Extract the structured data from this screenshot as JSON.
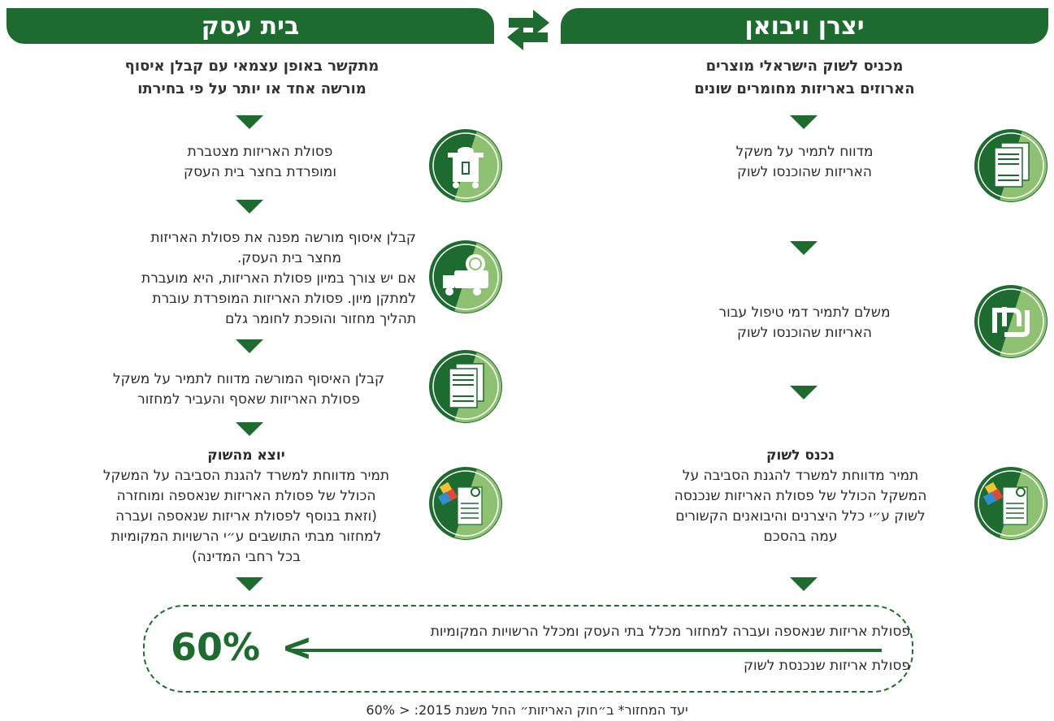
{
  "headers": {
    "left": "בית עסק",
    "right": "יצרן ויבואן"
  },
  "left": {
    "subtitle_line1": "מתקשר באופן עצמאי עם קבלן איסוף",
    "subtitle_line2": "מורשה אחד או יותר על פי בחירתו",
    "step1_line1": "פסולת האריזות מצטברת",
    "step1_line2": "ומופרדת בחצר בית העסק",
    "step2_line1": "קבלן איסוף מורשה מפנה את פסולת האריזות",
    "step2_line2": "מחצר בית העסק.",
    "step2_line3": "אם יש צורך במיון פסולת האריזות, היא מועברת",
    "step2_line4": "למתקן מיון. פסולת האריזות המופרדת עוברת",
    "step2_line5": "תהליך מחזור והופכת לחומר גלם",
    "step3_line1": "קבלן האיסוף המורשה מדווח לתמיר על משקל",
    "step3_line2": "פסולת האריזות שאסף והעביר למחזור",
    "step4_title": "יוצא מהשוק",
    "step4_line1": "תמיר מדווחת למשרד להגנת הסביבה על המשקל",
    "step4_line2": "הכולל של פסולת האריזות שנאספה ומוחזרה",
    "step4_line3": "(וזאת בנוסף לפסולת אריזות שנאספה ועברה",
    "step4_line4": "למחזור מבתי התושבים ע״י הרשויות המקומיות",
    "step4_line5": "בכל רחבי המדינה)"
  },
  "right": {
    "subtitle_line1": "מכניס לשוק הישראלי מוצרים",
    "subtitle_line2": "הארוזים באריזות מחומרים שונים",
    "step1_line1": "מדווח לתמיר על משקל",
    "step1_line2": "האריזות שהוכנסו לשוק",
    "step2_line1": "משלם לתמיר דמי טיפול עבור",
    "step2_line2": "האריזות שהוכנסו לשוק",
    "step3_title": "נכנס לשוק",
    "step3_line1": "תמיר מדווחת למשרד להגנת הסביבה על",
    "step3_line2": "המשקל הכולל של פסולת האריזות שנכנסה",
    "step3_line3": "לשוק ע״י כלל היצרנים והיבואנים הקשורים",
    "step3_line4": "עמה בהסכם"
  },
  "formula": {
    "percent": "60%",
    "operator": "<",
    "numerator": "פסולת אריזות שנאספה ועברה למחזור מכלל בתי העסק ומכלל הרשויות המקומיות",
    "denominator": "פסולת אריזות שנכנסת לשוק"
  },
  "footnote": "יעד המחזור* ב״חוק האריזות״ החל משנת 2015: < 60%",
  "icons": {
    "document": "document-icon",
    "trash": "trash-bin-icon",
    "truck": "recycling-truck-icon",
    "shekel": "shekel-icon",
    "report": "report-icon"
  },
  "colors": {
    "dark_green": "#1e6b30",
    "light_green": "#8fc173"
  }
}
